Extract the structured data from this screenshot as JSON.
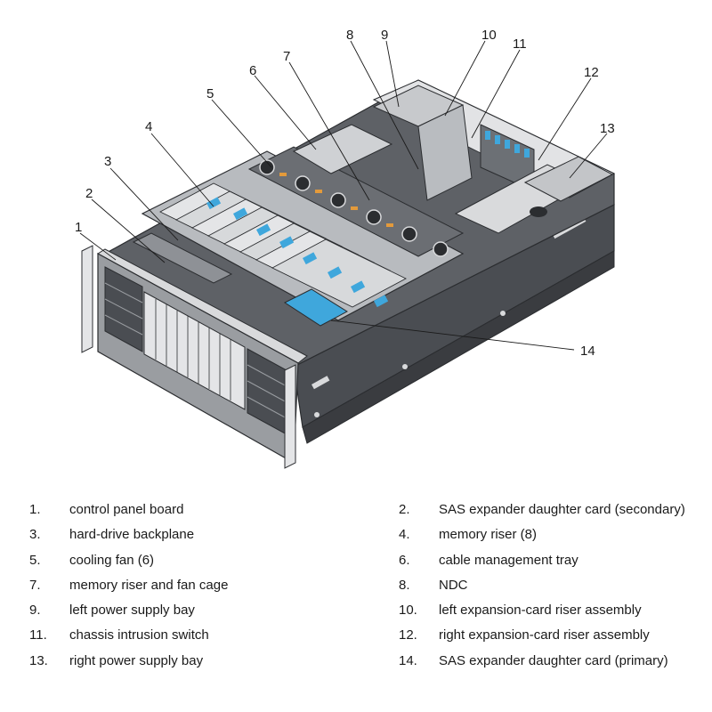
{
  "callouts": [
    "1",
    "2",
    "3",
    "4",
    "5",
    "6",
    "7",
    "8",
    "9",
    "10",
    "11",
    "12",
    "13",
    "14"
  ],
  "legend": [
    {
      "num": "1.",
      "label": "control panel board"
    },
    {
      "num": "2.",
      "label": "SAS expander daughter card (secondary)"
    },
    {
      "num": "3.",
      "label": "hard-drive backplane"
    },
    {
      "num": "4.",
      "label": "memory riser (8)"
    },
    {
      "num": "5.",
      "label": "cooling fan (6)"
    },
    {
      "num": "6.",
      "label": "cable management tray"
    },
    {
      "num": "7.",
      "label": "memory riser and fan cage"
    },
    {
      "num": "8.",
      "label": "NDC"
    },
    {
      "num": "9.",
      "label": "left power supply bay"
    },
    {
      "num": "10.",
      "label": "left expansion-card riser assembly"
    },
    {
      "num": "11.",
      "label": "chassis intrusion switch"
    },
    {
      "num": "12.",
      "label": "right expansion-card riser assembly"
    },
    {
      "num": "13.",
      "label": "right power supply bay"
    },
    {
      "num": "14.",
      "label": "SAS expander daughter card (primary)"
    }
  ],
  "colors": {
    "chassis_dark": "#4a4d52",
    "chassis_light": "#d9dadc",
    "highlight_blue": "#3fa7dc",
    "fan_accent": "#e39a3b"
  }
}
